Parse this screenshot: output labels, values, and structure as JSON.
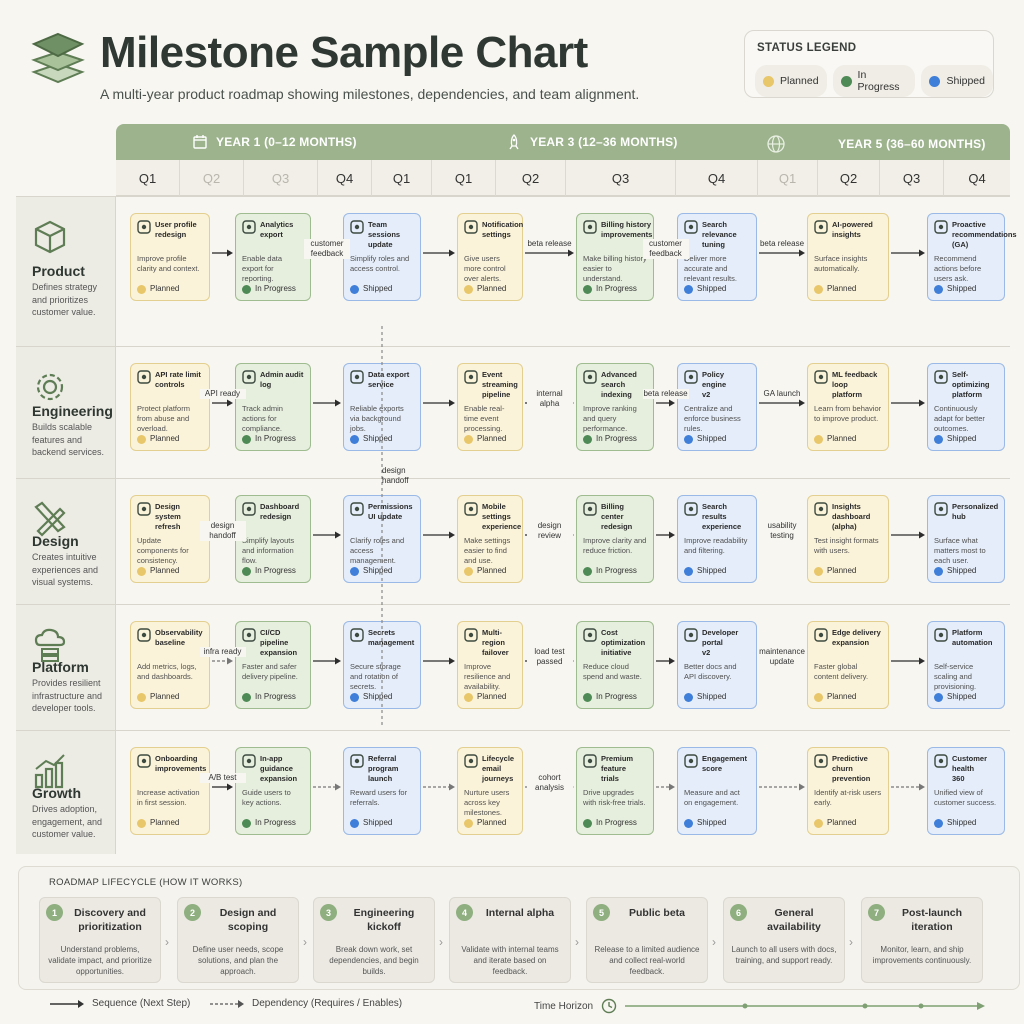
{
  "header": {
    "title": "Milestone Sample Chart",
    "subtitle": "A multi-year product roadmap showing milestones, dependencies, and team alignment."
  },
  "legend": {
    "title": "STATUS LEGEND",
    "items": [
      {
        "label": "Planned",
        "color": "#e8c66a"
      },
      {
        "label": "In Progress",
        "color": "#4e8a55"
      },
      {
        "label": "Shipped",
        "color": "#3f7fd9"
      }
    ]
  },
  "years": [
    {
      "label": "YEAR 1 (0–12 MONTHS)",
      "icon": "calendar-icon"
    },
    {
      "label": "YEAR 3 (12–36 MONTHS)",
      "icon": "rocket-icon"
    },
    {
      "label": "YEAR 5 (36–60 MONTHS)",
      "icon": "globe-icon"
    }
  ],
  "quarters": [
    "Q1",
    "Q2",
    "Q3",
    "Q4",
    "Q1",
    "Q1",
    "Q2",
    "Q3",
    "Q4",
    "Q1",
    "Q2",
    "Q3",
    "Q4"
  ],
  "lanes": [
    {
      "name": "Product",
      "desc": "Defines strategy and prioritizes customer value.",
      "icon": "cube-icon"
    },
    {
      "name": "Engineering",
      "desc": "Builds scalable features and backend services.",
      "icon": "gear-icon"
    },
    {
      "name": "Design",
      "desc": "Creates intuitive experiences and visual systems.",
      "icon": "pencil-ruler-icon"
    },
    {
      "name": "Platform",
      "desc": "Provides resilient infrastructure and developer tools.",
      "icon": "cloud-server-icon"
    },
    {
      "name": "Growth",
      "desc": "Drives adoption, engagement, and customer value.",
      "icon": "bar-chart-icon"
    }
  ],
  "cards": [
    [
      {
        "t1": "User profile",
        "t2": "redesign",
        "desc": "Improve profile clarity and context.",
        "status": "Planned",
        "icon": "user-icon"
      },
      {
        "t1": "Analytics",
        "t2": "export",
        "desc": "Enable data export for reporting.",
        "status": "In Progress",
        "icon": "chart-icon"
      },
      {
        "t1": "Team sessions",
        "t2": "update",
        "desc": "Simplify roles and access control.",
        "status": "Shipped",
        "icon": "shield-icon"
      },
      {
        "t1": "Notification",
        "t2": "settings",
        "desc": "Give users more control over alerts.",
        "status": "Planned",
        "icon": "bell-icon"
      },
      {
        "t1": "Billing history",
        "t2": "improvements",
        "desc": "Make billing history easier to understand.",
        "status": "In Progress",
        "icon": "card-icon"
      },
      {
        "t1": "Search relevance",
        "t2": "tuning",
        "desc": "Deliver more accurate and relevant results.",
        "status": "Shipped",
        "icon": "search-icon"
      },
      {
        "t1": "AI-powered",
        "t2": "insights",
        "desc": "Surface insights automatically.",
        "status": "Planned",
        "icon": "ai-chart-icon"
      },
      {
        "t1": "Proactive recommendations",
        "t2": "(GA)",
        "desc": "Recommend actions before users ask.",
        "status": "Shipped",
        "icon": "star-icon"
      }
    ],
    [
      {
        "t1": "API rate limit",
        "t2": "controls",
        "desc": "Protect platform from abuse and overload.",
        "status": "Planned",
        "icon": "gauge-icon"
      },
      {
        "t1": "Admin audit",
        "t2": "log",
        "desc": "Track admin actions for compliance.",
        "status": "In Progress",
        "icon": "clipboard-icon"
      },
      {
        "t1": "Data export",
        "t2": "service",
        "desc": "Reliable exports via background jobs.",
        "status": "Shipped",
        "icon": "cloud-upload-icon"
      },
      {
        "t1": "Event streaming",
        "t2": "pipeline",
        "desc": "Enable real-time event processing.",
        "status": "Planned",
        "icon": "stream-icon"
      },
      {
        "t1": "Advanced search",
        "t2": "indexing",
        "desc": "Improve ranking and query performance.",
        "status": "In Progress",
        "icon": "search-doc-icon"
      },
      {
        "t1": "Policy engine",
        "t2": "v2",
        "desc": "Centralize and enforce business rules.",
        "status": "Shipped",
        "icon": "shield-check-icon"
      },
      {
        "t1": "ML feedback loop",
        "t2": "platform",
        "desc": "Learn from behavior to improve product.",
        "status": "Planned",
        "icon": "ml-icon"
      },
      {
        "t1": "Self-optimizing",
        "t2": "platform",
        "desc": "Continuously adapt for better outcomes.",
        "status": "Shipped",
        "icon": "rocket-icon"
      }
    ],
    [
      {
        "t1": "Design system",
        "t2": "refresh",
        "desc": "Update components for consistency.",
        "status": "Planned",
        "icon": "layout-icon"
      },
      {
        "t1": "Dashboard",
        "t2": "redesign",
        "desc": "Simplify layouts and information flow.",
        "status": "In Progress",
        "icon": "dashboard-icon"
      },
      {
        "t1": "Permissions",
        "t2": "UI update",
        "desc": "Clarify roles and access management.",
        "status": "Shipped",
        "icon": "users-icon"
      },
      {
        "t1": "Mobile settings",
        "t2": "experience",
        "desc": "Make settings easier to find and use.",
        "status": "Planned",
        "icon": "phone-icon"
      },
      {
        "t1": "Billing center",
        "t2": "redesign",
        "desc": "Improve clarity and reduce friction.",
        "status": "In Progress",
        "icon": "card-icon"
      },
      {
        "t1": "Search results",
        "t2": "experience",
        "desc": "Improve readability and filtering.",
        "status": "Shipped",
        "icon": "list-icon"
      },
      {
        "t1": "Insights dashboard",
        "t2": "(alpha)",
        "desc": "Test insight formats with users.",
        "status": "Planned",
        "icon": "pie-icon"
      },
      {
        "t1": "Personalized",
        "t2": "hub",
        "desc": "Surface what matters most to each user.",
        "status": "Shipped",
        "icon": "hub-icon"
      }
    ],
    [
      {
        "t1": "Observability",
        "t2": "baseline",
        "desc": "Add metrics, logs, and dashboards.",
        "status": "Planned",
        "icon": "eye-icon"
      },
      {
        "t1": "CI/CD pipeline",
        "t2": "expansion",
        "desc": "Faster and safer delivery pipeline.",
        "status": "In Progress",
        "icon": "pipeline-icon"
      },
      {
        "t1": "Secrets",
        "t2": "management",
        "desc": "Secure storage and rotation of secrets.",
        "status": "Shipped",
        "icon": "lock-icon"
      },
      {
        "t1": "Multi-region",
        "t2": "failover",
        "desc": "Improve resilience and availability.",
        "status": "Planned",
        "icon": "globe-icon"
      },
      {
        "t1": "Cost optimization",
        "t2": "initiative",
        "desc": "Reduce cloud spend and waste.",
        "status": "In Progress",
        "icon": "dollar-icon"
      },
      {
        "t1": "Developer portal",
        "t2": "v2",
        "desc": "Better docs and API discovery.",
        "status": "Shipped",
        "icon": "code-icon"
      },
      {
        "t1": "Edge delivery",
        "t2": "expansion",
        "desc": "Faster global content delivery.",
        "status": "Planned",
        "icon": "cloud-icon"
      },
      {
        "t1": "Platform",
        "t2": "automation",
        "desc": "Self-service scaling and provisioning.",
        "status": "Shipped",
        "icon": "gear-icon"
      }
    ],
    [
      {
        "t1": "Onboarding",
        "t2": "improvements",
        "desc": "Increase activation in first session.",
        "status": "Planned",
        "icon": "user-plus-icon"
      },
      {
        "t1": "In-app guidance",
        "t2": "expansion",
        "desc": "Guide users to key actions.",
        "status": "In Progress",
        "icon": "chat-icon"
      },
      {
        "t1": "Referral program",
        "t2": "launch",
        "desc": "Reward users for referrals.",
        "status": "Shipped",
        "icon": "gift-icon"
      },
      {
        "t1": "Lifecycle email",
        "t2": "journeys",
        "desc": "Nurture users across key milestones.",
        "status": "Planned",
        "icon": "mail-icon"
      },
      {
        "t1": "Premium feature",
        "t2": "trials",
        "desc": "Drive upgrades with risk-free trials.",
        "status": "In Progress",
        "icon": "diamond-icon"
      },
      {
        "t1": "Engagement",
        "t2": "score",
        "desc": "Measure and act on engagement.",
        "status": "Shipped",
        "icon": "trend-icon"
      },
      {
        "t1": "Predictive churn",
        "t2": "prevention",
        "desc": "Identify at-risk users early.",
        "status": "Planned",
        "icon": "shield-alert-icon"
      },
      {
        "t1": "Customer health",
        "t2": "360",
        "desc": "Unified view of customer success.",
        "status": "Shipped",
        "icon": "heart-icon"
      }
    ]
  ],
  "connectors": [
    [
      "",
      "customer feedback",
      "",
      "beta release",
      "customer feedback",
      "beta release",
      ""
    ],
    [
      "API ready",
      "",
      "",
      "internal alpha",
      "beta release",
      "GA launch",
      ""
    ],
    [
      "design handoff",
      "",
      "",
      "design review",
      "",
      "usability testing",
      ""
    ],
    [
      "infra ready",
      "",
      "",
      "load test passed",
      "",
      "maintenance update",
      ""
    ],
    [
      "A/B test",
      "",
      "",
      "cohort analysis",
      "",
      "",
      ""
    ]
  ],
  "vertical_label": "design handoff",
  "lifecycle": {
    "title": "ROADMAP LIFECYCLE (HOW IT WORKS)",
    "steps": [
      {
        "num": "1",
        "title": "Discovery and prioritization",
        "desc": "Understand problems, validate impact, and prioritize opportunities."
      },
      {
        "num": "2",
        "title": "Design and scoping",
        "desc": "Define user needs, scope solutions, and plan the approach."
      },
      {
        "num": "3",
        "title": "Engineering kickoff",
        "desc": "Break down work, set dependencies, and begin builds."
      },
      {
        "num": "4",
        "title": "Internal alpha",
        "desc": "Validate with internal teams and iterate based on feedback."
      },
      {
        "num": "5",
        "title": "Public beta",
        "desc": "Release to a limited audience and collect real-world feedback."
      },
      {
        "num": "6",
        "title": "General availability",
        "desc": "Launch to all users with docs, training, and support ready."
      },
      {
        "num": "7",
        "title": "Post-launch iteration",
        "desc": "Monitor, learn, and ship improvements continuously."
      }
    ]
  },
  "footer": {
    "sequence": "Sequence (Next Step)",
    "dependency": "Dependency (Requires / Enables)",
    "time": "Time Horizon"
  }
}
